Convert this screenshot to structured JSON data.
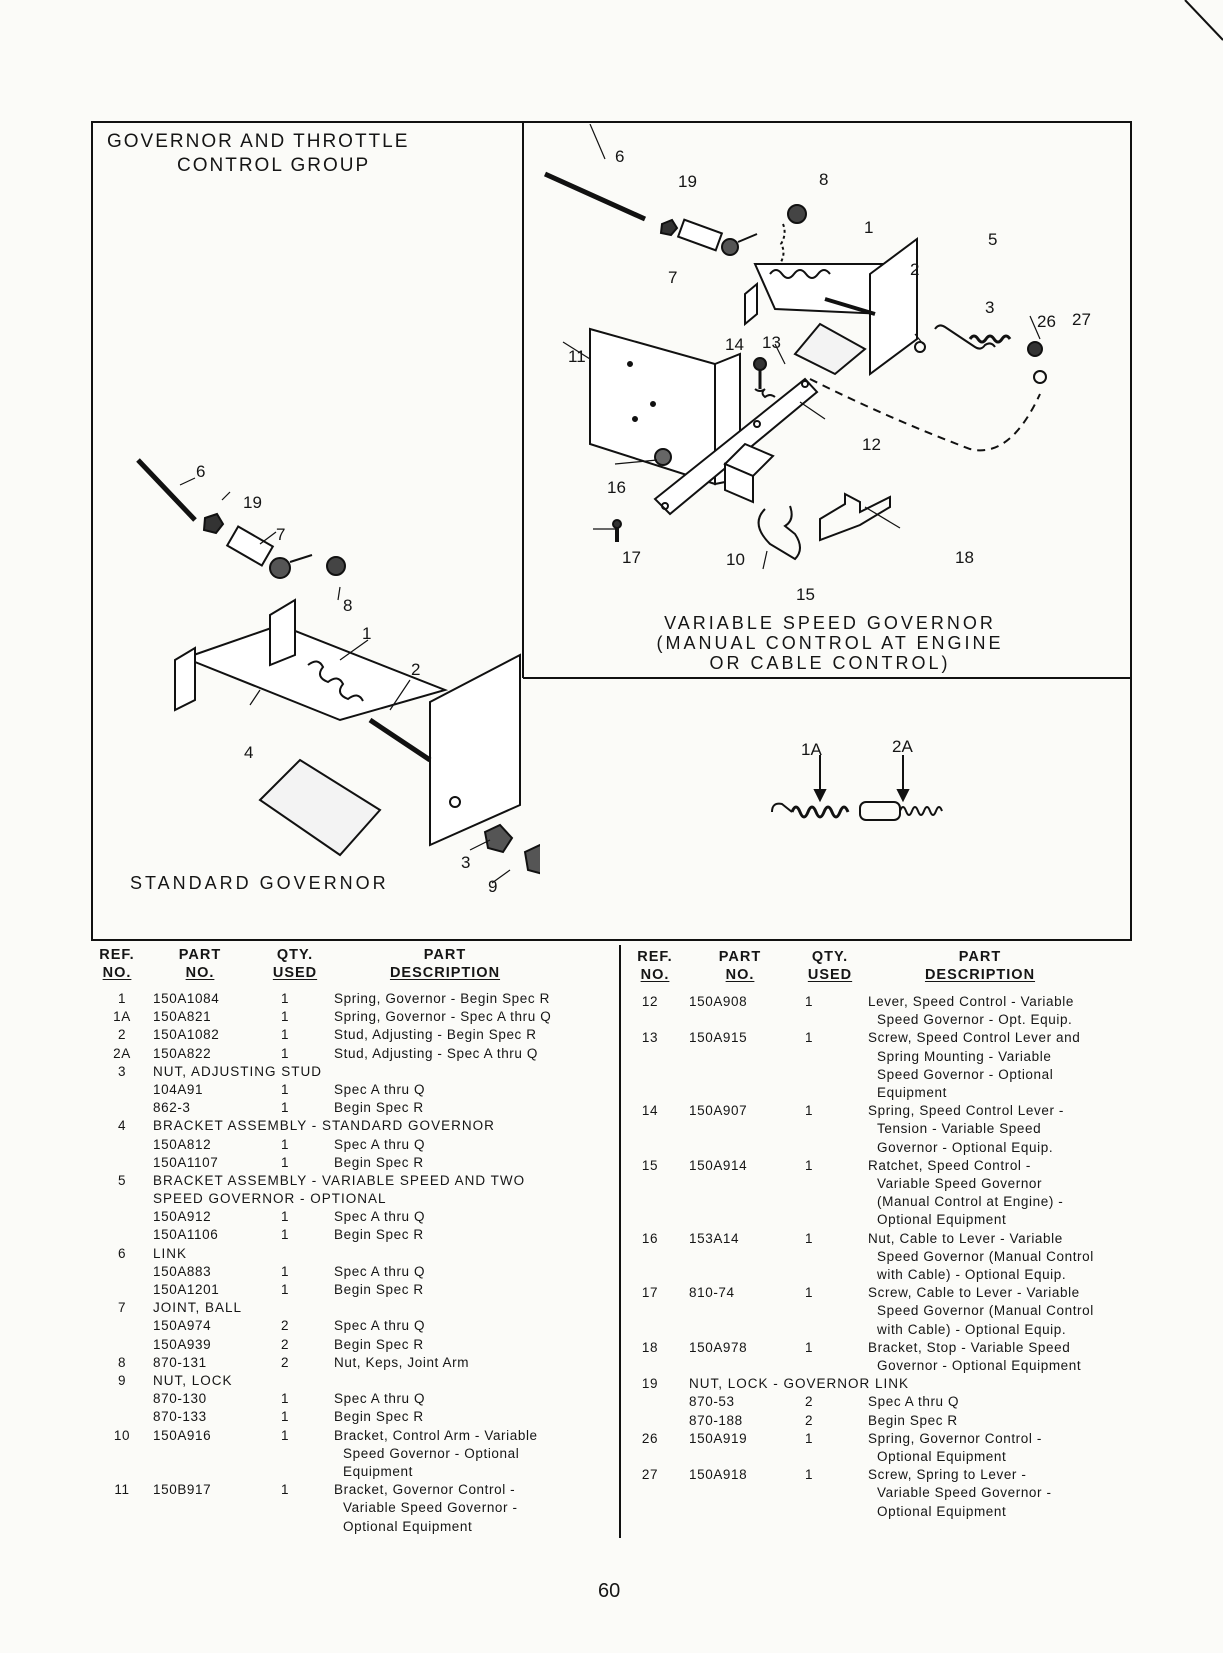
{
  "header": {
    "title_line1": "GOVERNOR AND THROTTLE",
    "title_line2": "CONTROL GROUP"
  },
  "figures": {
    "variable_caption": [
      "VARIABLE SPEED GOVERNOR",
      "(MANUAL CONTROL AT ENGINE",
      "OR CABLE CONTROL)"
    ],
    "standard_caption": "STANDARD GOVERNOR",
    "callouts_variable": [
      "6",
      "19",
      "8",
      "1",
      "5",
      "2",
      "3",
      "26",
      "27",
      "14",
      "13",
      "11",
      "12",
      "16",
      "17",
      "10",
      "15",
      "18",
      "7"
    ],
    "callouts_standard": [
      "6",
      "19",
      "7",
      "8",
      "1",
      "2",
      "4",
      "3",
      "9"
    ],
    "callouts_alt": [
      "1A",
      "2A"
    ]
  },
  "table": {
    "headers": {
      "ref": [
        "REF.",
        "NO."
      ],
      "part": [
        "PART",
        "NO."
      ],
      "qty": [
        "QTY.",
        "USED"
      ],
      "desc": [
        "PART",
        "DESCRIPTION"
      ]
    },
    "left_rows": [
      {
        "ref": "1",
        "part": "150A1084",
        "qty": "1",
        "desc": [
          "Spring, Governor - Begin Spec R"
        ]
      },
      {
        "ref": "1A",
        "part": "150A821",
        "qty": "1",
        "desc": [
          "Spring, Governor - Spec A thru Q"
        ]
      },
      {
        "ref": "2",
        "part": "150A1082",
        "qty": "1",
        "desc": [
          "Stud, Adjusting - Begin Spec R"
        ]
      },
      {
        "ref": "2A",
        "part": "150A822",
        "qty": "1",
        "desc": [
          "Stud, Adjusting - Spec A thru Q"
        ]
      },
      {
        "ref": "3",
        "span": "NUT, ADJUSTING STUD"
      },
      {
        "ref": "",
        "part": "104A91",
        "qty": "1",
        "desc": [
          "Spec A thru Q"
        ]
      },
      {
        "ref": "",
        "part": "862-3",
        "qty": "1",
        "desc": [
          "Begin Spec R"
        ]
      },
      {
        "ref": "4",
        "span": "BRACKET ASSEMBLY - STANDARD GOVERNOR"
      },
      {
        "ref": "",
        "part": "150A812",
        "qty": "1",
        "desc": [
          "Spec A thru Q"
        ]
      },
      {
        "ref": "",
        "part": "150A1107",
        "qty": "1",
        "desc": [
          "Begin Spec R"
        ]
      },
      {
        "ref": "5",
        "span": "BRACKET ASSEMBLY - VARIABLE SPEED AND TWO"
      },
      {
        "ref": "",
        "span": "SPEED GOVERNOR - OPTIONAL"
      },
      {
        "ref": "",
        "part": "150A912",
        "qty": "1",
        "desc": [
          "Spec A thru Q"
        ]
      },
      {
        "ref": "",
        "part": "150A1106",
        "qty": "1",
        "desc": [
          "Begin Spec R"
        ]
      },
      {
        "ref": "6",
        "span": "LINK"
      },
      {
        "ref": "",
        "part": "150A883",
        "qty": "1",
        "desc": [
          "Spec A thru Q"
        ]
      },
      {
        "ref": "",
        "part": "150A1201",
        "qty": "1",
        "desc": [
          "Begin Spec R"
        ]
      },
      {
        "ref": "7",
        "span": "JOINT, BALL"
      },
      {
        "ref": "",
        "part": "150A974",
        "qty": "2",
        "desc": [
          "Spec A thru Q"
        ]
      },
      {
        "ref": "",
        "part": "150A939",
        "qty": "2",
        "desc": [
          "Begin Spec R"
        ]
      },
      {
        "ref": "8",
        "part": "870-131",
        "qty": "2",
        "desc": [
          "Nut, Keps, Joint Arm"
        ]
      },
      {
        "ref": "9",
        "span": "NUT, LOCK"
      },
      {
        "ref": "",
        "part": "870-130",
        "qty": "1",
        "desc": [
          "Spec A thru Q"
        ]
      },
      {
        "ref": "",
        "part": "870-133",
        "qty": "1",
        "desc": [
          "Begin Spec R"
        ]
      },
      {
        "ref": "10",
        "part": "150A916",
        "qty": "1",
        "desc": [
          "Bracket, Control Arm - Variable",
          "Speed Governor - Optional",
          "Equipment"
        ]
      },
      {
        "ref": "11",
        "part": "150B917",
        "qty": "1",
        "desc": [
          "Bracket, Governor Control -",
          "Variable Speed Governor -",
          "Optional Equipment"
        ]
      }
    ],
    "right_rows": [
      {
        "ref": "12",
        "part": "150A908",
        "qty": "1",
        "desc": [
          "Lever, Speed Control - Variable",
          "Speed Governor - Opt. Equip."
        ]
      },
      {
        "ref": "13",
        "part": "150A915",
        "qty": "1",
        "desc": [
          "Screw, Speed Control Lever and",
          "Spring Mounting - Variable",
          "Speed Governor - Optional",
          "Equipment"
        ]
      },
      {
        "ref": "14",
        "part": "150A907",
        "qty": "1",
        "desc": [
          "Spring, Speed Control Lever -",
          "Tension - Variable Speed",
          "Governor - Optional Equip."
        ]
      },
      {
        "ref": "15",
        "part": "150A914",
        "qty": "1",
        "desc": [
          "Ratchet, Speed Control -",
          "Variable Speed Governor",
          "(Manual Control at Engine) -",
          "Optional Equipment"
        ]
      },
      {
        "ref": "16",
        "part": "153A14",
        "qty": "1",
        "desc": [
          "Nut, Cable to Lever - Variable",
          "Speed Governor (Manual Control",
          "with Cable) - Optional Equip."
        ]
      },
      {
        "ref": "17",
        "part": "810-74",
        "qty": "1",
        "desc": [
          "Screw, Cable to Lever - Variable",
          "Speed Governor (Manual Control",
          "with Cable) - Optional Equip."
        ]
      },
      {
        "ref": "18",
        "part": "150A978",
        "qty": "1",
        "desc": [
          "Bracket, Stop - Variable Speed",
          "Governor - Optional Equipment"
        ]
      },
      {
        "ref": "19",
        "span": "NUT, LOCK - GOVERNOR LINK"
      },
      {
        "ref": "",
        "part": "870-53",
        "qty": "2",
        "desc": [
          "Spec A thru Q"
        ]
      },
      {
        "ref": "",
        "part": "870-188",
        "qty": "2",
        "desc": [
          "Begin Spec R"
        ]
      },
      {
        "ref": "26",
        "part": "150A919",
        "qty": "1",
        "desc": [
          "Spring, Governor Control -",
          "Optional Equipment"
        ]
      },
      {
        "ref": "27",
        "part": "150A918",
        "qty": "1",
        "desc": [
          "Screw, Spring to Lever -",
          "Variable Speed Governor -",
          "Optional Equipment"
        ]
      }
    ]
  },
  "footer": {
    "page_number": "60"
  }
}
